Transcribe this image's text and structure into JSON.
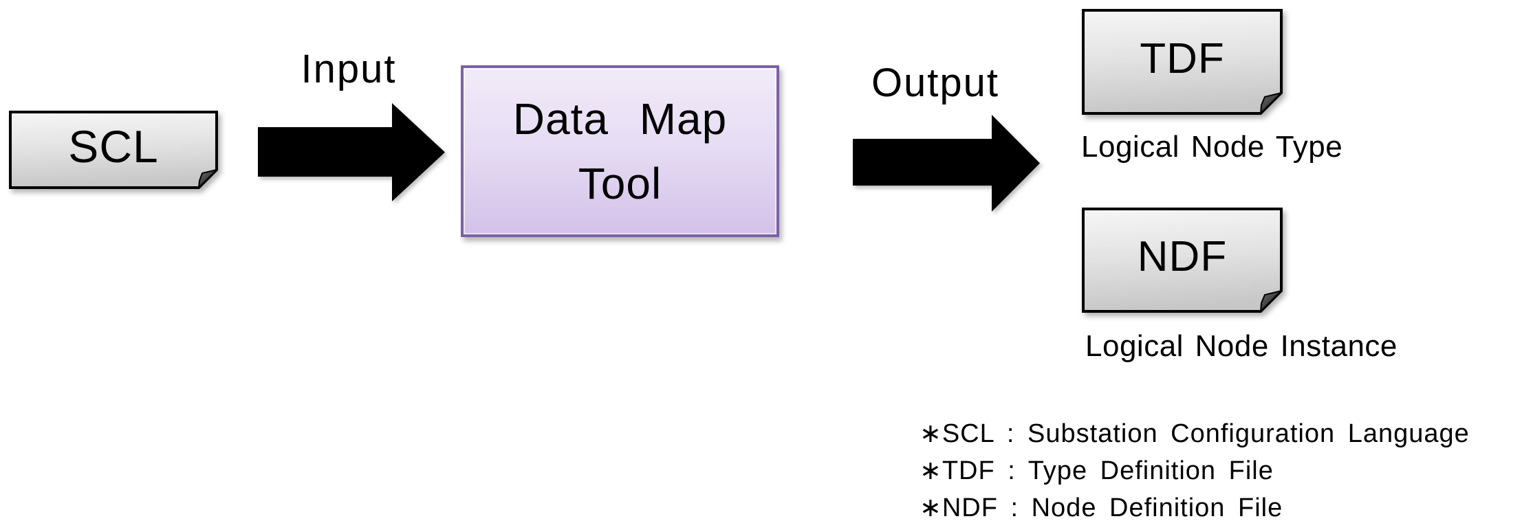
{
  "diagram": {
    "nodes": {
      "scl": {
        "label": "SCL"
      },
      "tool": {
        "label_line1": "Data Map",
        "label_line2": "Tool"
      },
      "tdf": {
        "label": "TDF",
        "caption": "Logical Node Type"
      },
      "ndf": {
        "label": "NDF",
        "caption": "Logical Node Instance"
      }
    },
    "arrows": {
      "input": {
        "label": "Input"
      },
      "output": {
        "label": "Output"
      }
    },
    "footnotes": [
      "∗SCL : Substation Configuration Language",
      "∗TDF : Type Definition File",
      "∗NDF : Node Definition File"
    ],
    "colors": {
      "arrow_fill": "#000000",
      "note_border": "#000000",
      "note_fill_top": "#f4f4f4",
      "note_fill_bottom": "#c7c7c7",
      "note_fold": "#3f3f3f",
      "tool_border": "#7b61a5",
      "tool_fill_top": "#f1ebf8",
      "tool_fill_bottom": "#d3c1e8",
      "background": "#ffffff",
      "text": "#000000"
    }
  }
}
